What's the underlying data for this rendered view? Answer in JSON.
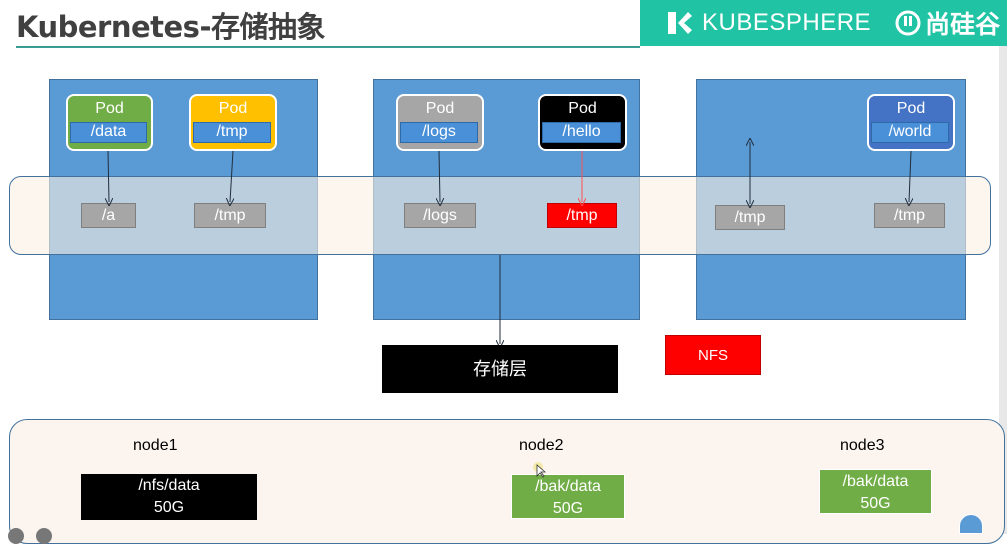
{
  "title": "Kubernetes-存储抽象",
  "brand": {
    "name": "KUBESPHERE",
    "partner": "尚硅谷",
    "color": "#20c4a4"
  },
  "pods": [
    {
      "label": "Pod",
      "path": "/data",
      "color": "#70ad47"
    },
    {
      "label": "Pod",
      "path": "/tmp",
      "color": "#ffc000"
    },
    {
      "label": "Pod",
      "path": "/logs",
      "color": "#a6a6a6"
    },
    {
      "label": "Pod",
      "path": "/hello",
      "color": "#000000"
    },
    {
      "label": "Pod",
      "path": "/world",
      "color": "#4472c4"
    }
  ],
  "mounts": [
    "/a",
    "/tmp",
    "/logs",
    "/tmp",
    "/tmp",
    "/tmp"
  ],
  "storage_layer": "存储层",
  "nfs": "NFS",
  "nodes": [
    {
      "name": "node1",
      "path": "/nfs/data",
      "size": "50G",
      "color": "#000000"
    },
    {
      "name": "node2",
      "path": "/bak/data",
      "size": "50G",
      "color": "#70ad47"
    },
    {
      "name": "node3",
      "path": "/bak/data",
      "size": "50G",
      "color": "#70ad47"
    }
  ]
}
